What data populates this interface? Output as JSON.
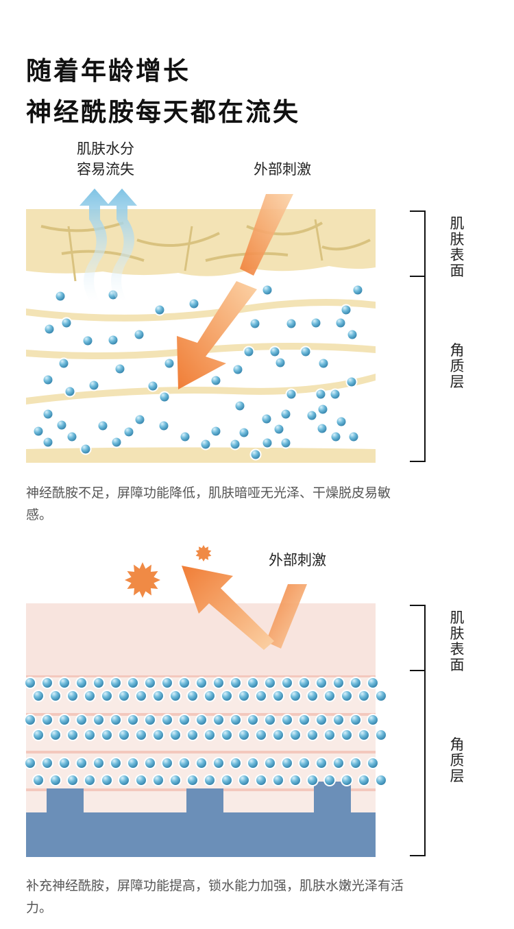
{
  "title": {
    "line1": "随着年龄增长",
    "line2": "神经酰胺每天都在流失"
  },
  "panel1": {
    "water_loss_line1": "肌肤水分",
    "water_loss_line2": "容易流失",
    "stimulus_label": "外部刺激",
    "bracket_surface": "肌肤表面",
    "bracket_stratum": "角质层",
    "caption": "神经酰胺不足，屏障功能降低，肌肤暗哑无光泽、干燥脱皮易敏感。"
  },
  "panel2": {
    "stimulus_label": "外部刺激",
    "bracket_surface": "肌肤表面",
    "bracket_stratum": "角质层",
    "caption": "补充神经酰胺，屏障功能提高，锁水能力加强，肌肤水嫩光泽有活力。"
  },
  "colors": {
    "skin_beige": "#f3e3b5",
    "skin_pink": "#f8e4de",
    "arrow_orange": "#f08a45",
    "water_blue": "#8ecbe6",
    "dermis_blue": "#6b8fb8",
    "ceramide_ball": "#5aaed0"
  }
}
